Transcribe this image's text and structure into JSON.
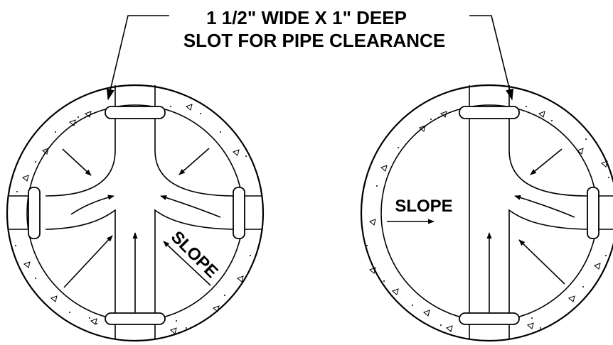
{
  "callout": {
    "line1": "1 1/2\" WIDE X 1\" DEEP",
    "line2": "SLOT FOR PIPE CLEARANCE"
  },
  "left_manhole": {
    "slope_label": "SLOPE"
  },
  "right_manhole": {
    "slope_label": "SLOPE"
  },
  "colors": {
    "ink": "#000000",
    "paper": "#ffffff"
  }
}
